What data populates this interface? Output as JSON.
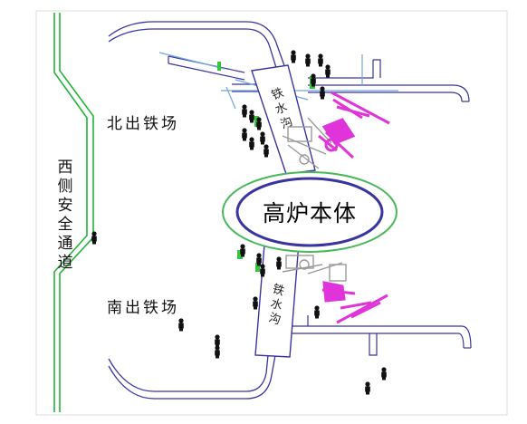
{
  "labels": {
    "furnace": "高炉本体",
    "north_yard": "北出铁场",
    "south_yard": "南出铁场",
    "west_passage": [
      "西",
      "侧",
      "安",
      "全",
      "通",
      "道"
    ],
    "trough_north": [
      "铁",
      "水",
      "沟"
    ],
    "trough_south": [
      "铁",
      "水",
      "沟"
    ]
  },
  "colors": {
    "outline": "#3a34a0",
    "duct": "#6fa8dc",
    "safety_line": "#22b43a",
    "ring": "#49b859",
    "machine": "#e033d9",
    "equipment_gray": "#9a9a9a",
    "marker_green": "#35c43a",
    "person": "#111111"
  },
  "icons": {
    "person": "worker-icon",
    "tapping_machine": "mud-gun-icon",
    "equipment": "drill-machine-icon"
  }
}
